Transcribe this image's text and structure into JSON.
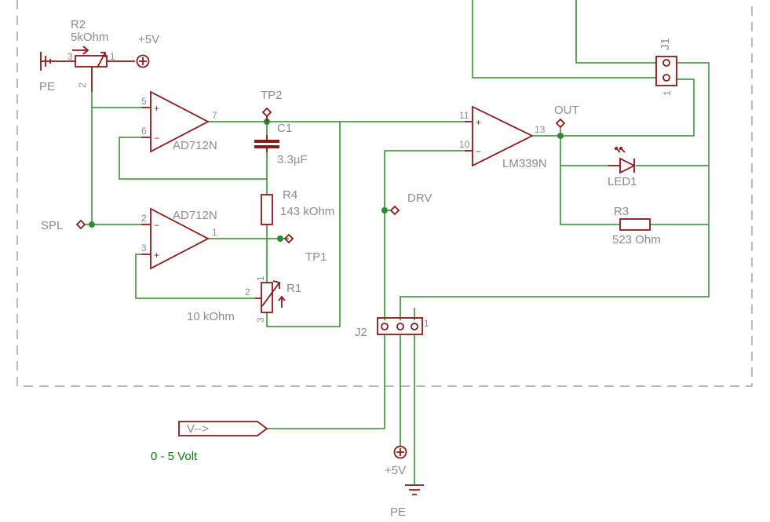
{
  "labels": {
    "r2_name": "R2",
    "r2_value": "5kOhm",
    "supply_top": "+5V",
    "pe_top": "PE",
    "tp2": "TP2",
    "c1_name": "C1",
    "c1_value": "3.3µF",
    "opamp_top": "AD712N",
    "opamp_bottom": "AD712N",
    "r4_name": "R4",
    "r4_value": "143 kOhm",
    "spl": "SPL",
    "tp1": "TP1",
    "r1_name": "R1",
    "r1_value": "10 kOhm",
    "comparator": "LM339N",
    "out": "OUT",
    "drv": "DRV",
    "led1": "LED1",
    "r3_name": "R3",
    "r3_value": "523 Ohm",
    "j1": "J1",
    "j2": "J2",
    "input_label": "V-->",
    "input_range": "0 - 5 Volt",
    "supply_bottom": "+5V",
    "pe_bottom": "PE"
  },
  "pins": {
    "r2_3": "3",
    "r2_1": "1",
    "r2_2": "2",
    "u_top_5": "5",
    "u_top_6": "6",
    "u_top_7": "7",
    "u_bot_2": "2",
    "u_bot_3": "3",
    "u_bot_1": "1",
    "cmp_11": "11",
    "cmp_10": "10",
    "cmp_13": "13",
    "r1_1": "1",
    "r1_2": "2",
    "r1_3": "3",
    "j1_1": "1",
    "j2_1": "1"
  },
  "colors": {
    "wire": "#2e8b2e",
    "component": "#8b1a1a",
    "label": "#8c8c8c",
    "net_label": "#137a13",
    "frame": "#8c8c8c"
  }
}
